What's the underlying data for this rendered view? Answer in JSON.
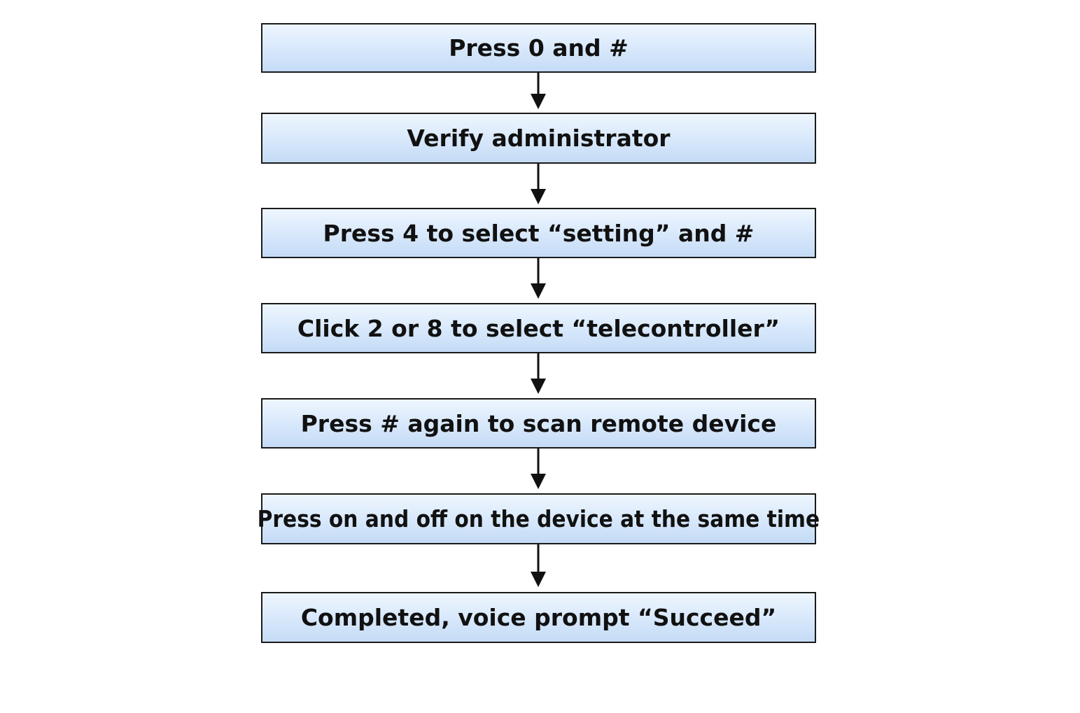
{
  "flowchart": {
    "steps": [
      {
        "id": "step-1",
        "label": "Press 0 and #"
      },
      {
        "id": "step-2",
        "label": "Verify administrator"
      },
      {
        "id": "step-3",
        "label": "Press 4 to select “setting” and #"
      },
      {
        "id": "step-4",
        "label": "Click 2 or 8 to select “telecontroller”"
      },
      {
        "id": "step-5",
        "label": "Press # again to scan remote device"
      },
      {
        "id": "step-6",
        "label": "Press on and off on the device at the same time"
      },
      {
        "id": "step-7",
        "label": "Completed, voice prompt “Succeed”"
      }
    ],
    "colors": {
      "box_border": "#1a1a1a",
      "box_fill_top": "#eef6fe",
      "box_fill_bottom": "#c4dbf6",
      "arrow": "#111111",
      "text": "#111111"
    }
  }
}
